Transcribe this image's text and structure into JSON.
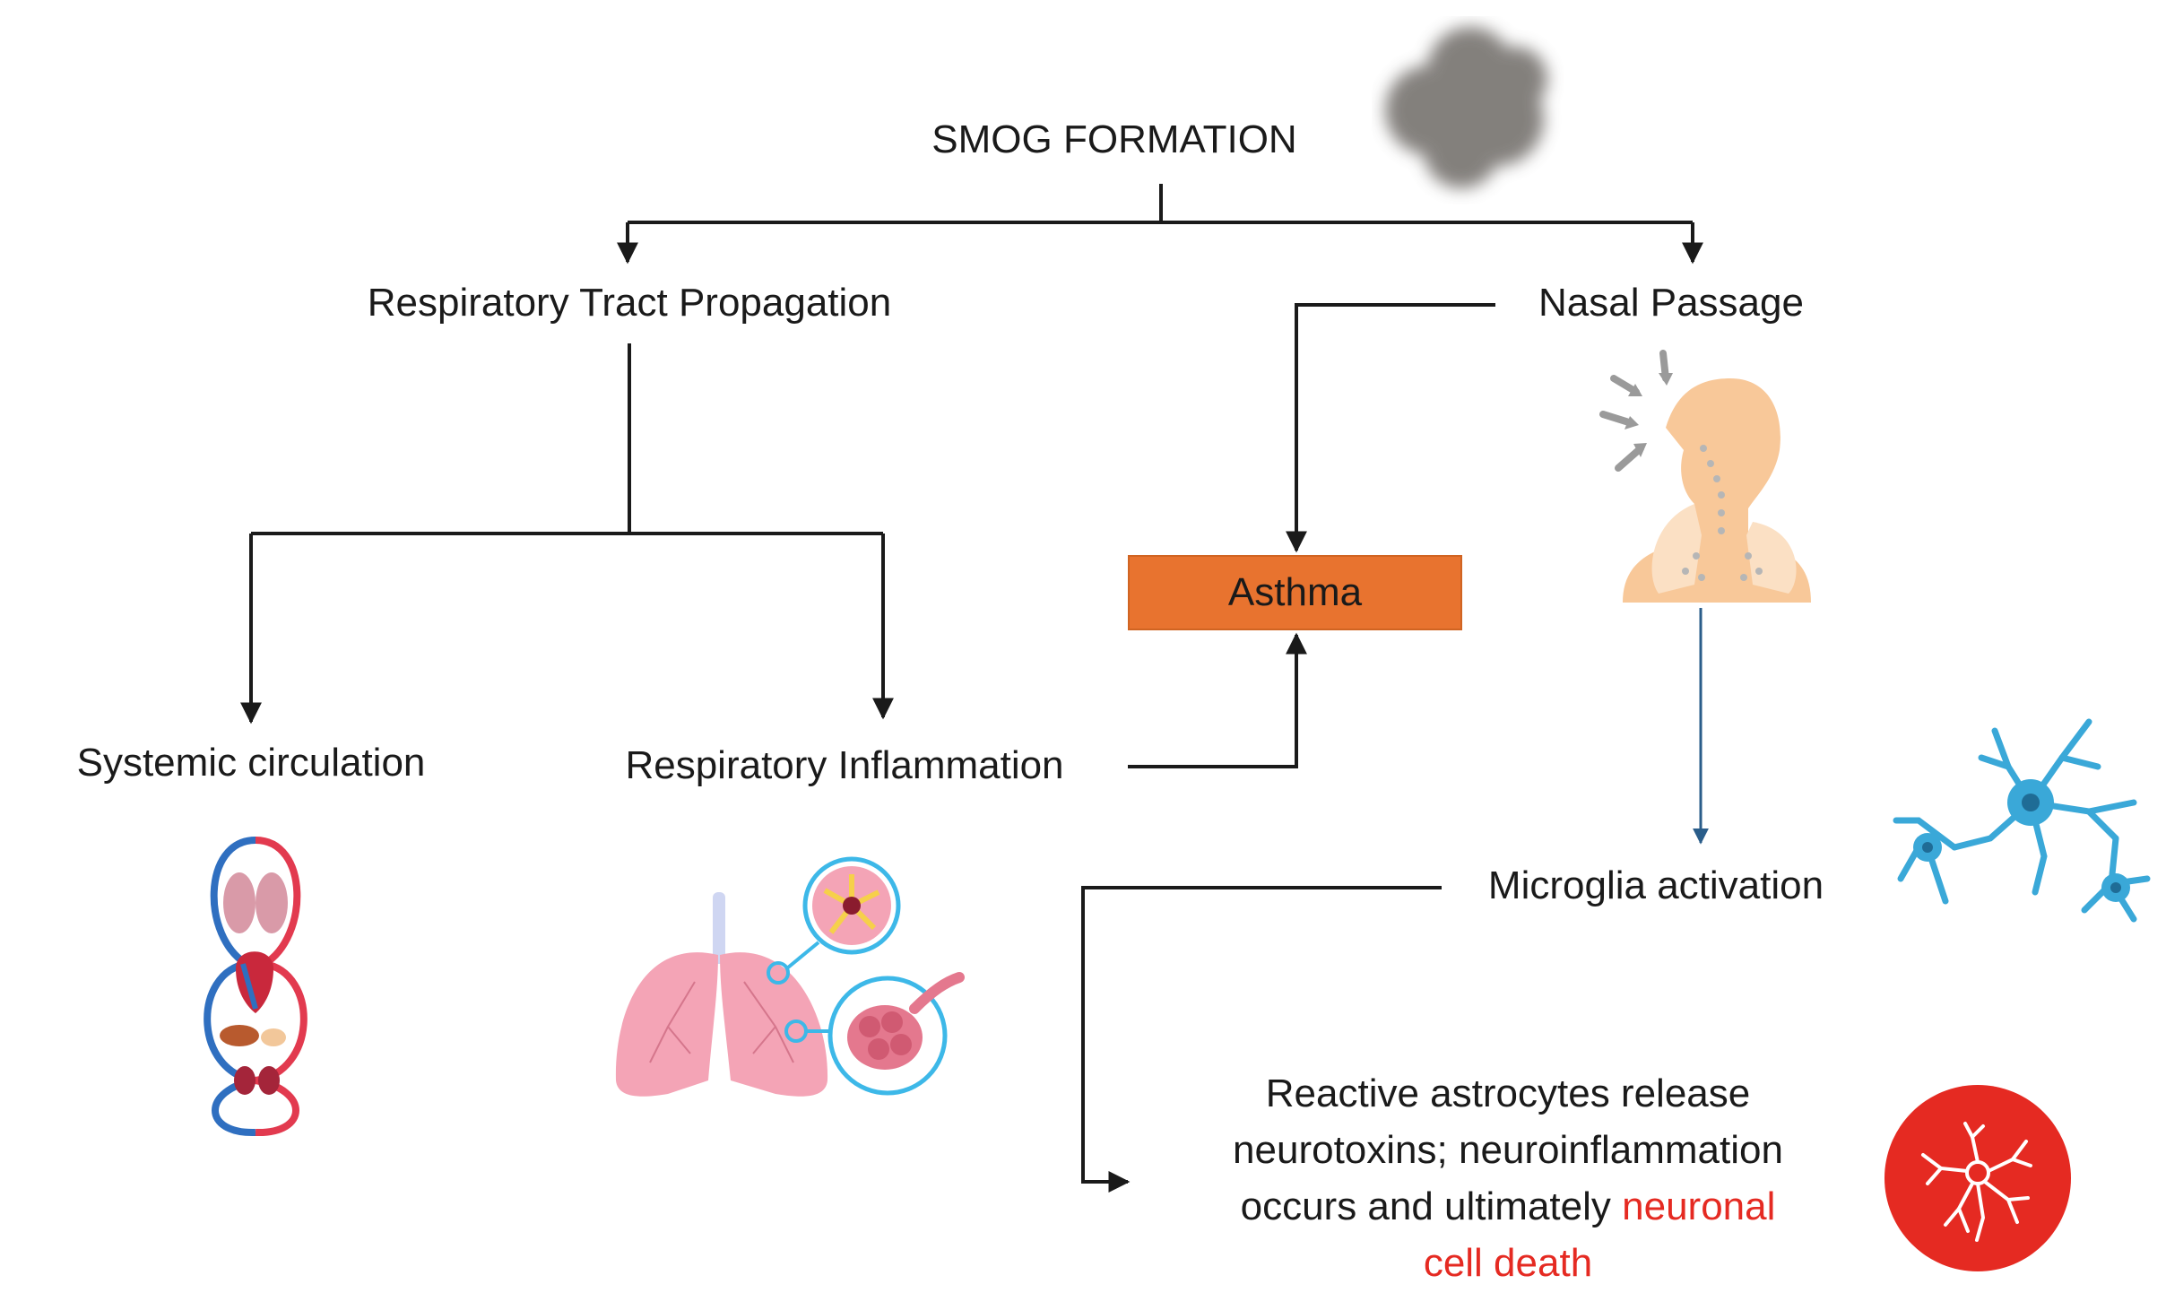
{
  "nodes": {
    "smog": "SMOG FORMATION",
    "respiratory_tract": "Respiratory Tract Propagation",
    "nasal_passage": "Nasal Passage",
    "asthma": "Asthma",
    "systemic_circulation": "Systemic circulation",
    "respiratory_inflammation": "Respiratory Inflammation",
    "microglia": "Microglia activation",
    "final": {
      "line1": "Reactive astrocytes release",
      "line2": "neurotoxins; neuroinflammation",
      "line3_prefix": "occurs and ultimately ",
      "line3_highlight": "neuronal",
      "line4_highlight": "cell death"
    }
  },
  "colors": {
    "arrow": "#1a1a1a",
    "arrow_blue": "#2a5d8a",
    "asthma_fill": "#e8732f",
    "highlight": "#e52a22"
  },
  "icons": [
    "smog-cloud-icon",
    "circulatory-system-icon",
    "lungs-inflammation-icon",
    "inhalation-human-icon",
    "neuron-cells-icon",
    "astrocyte-red-icon"
  ]
}
